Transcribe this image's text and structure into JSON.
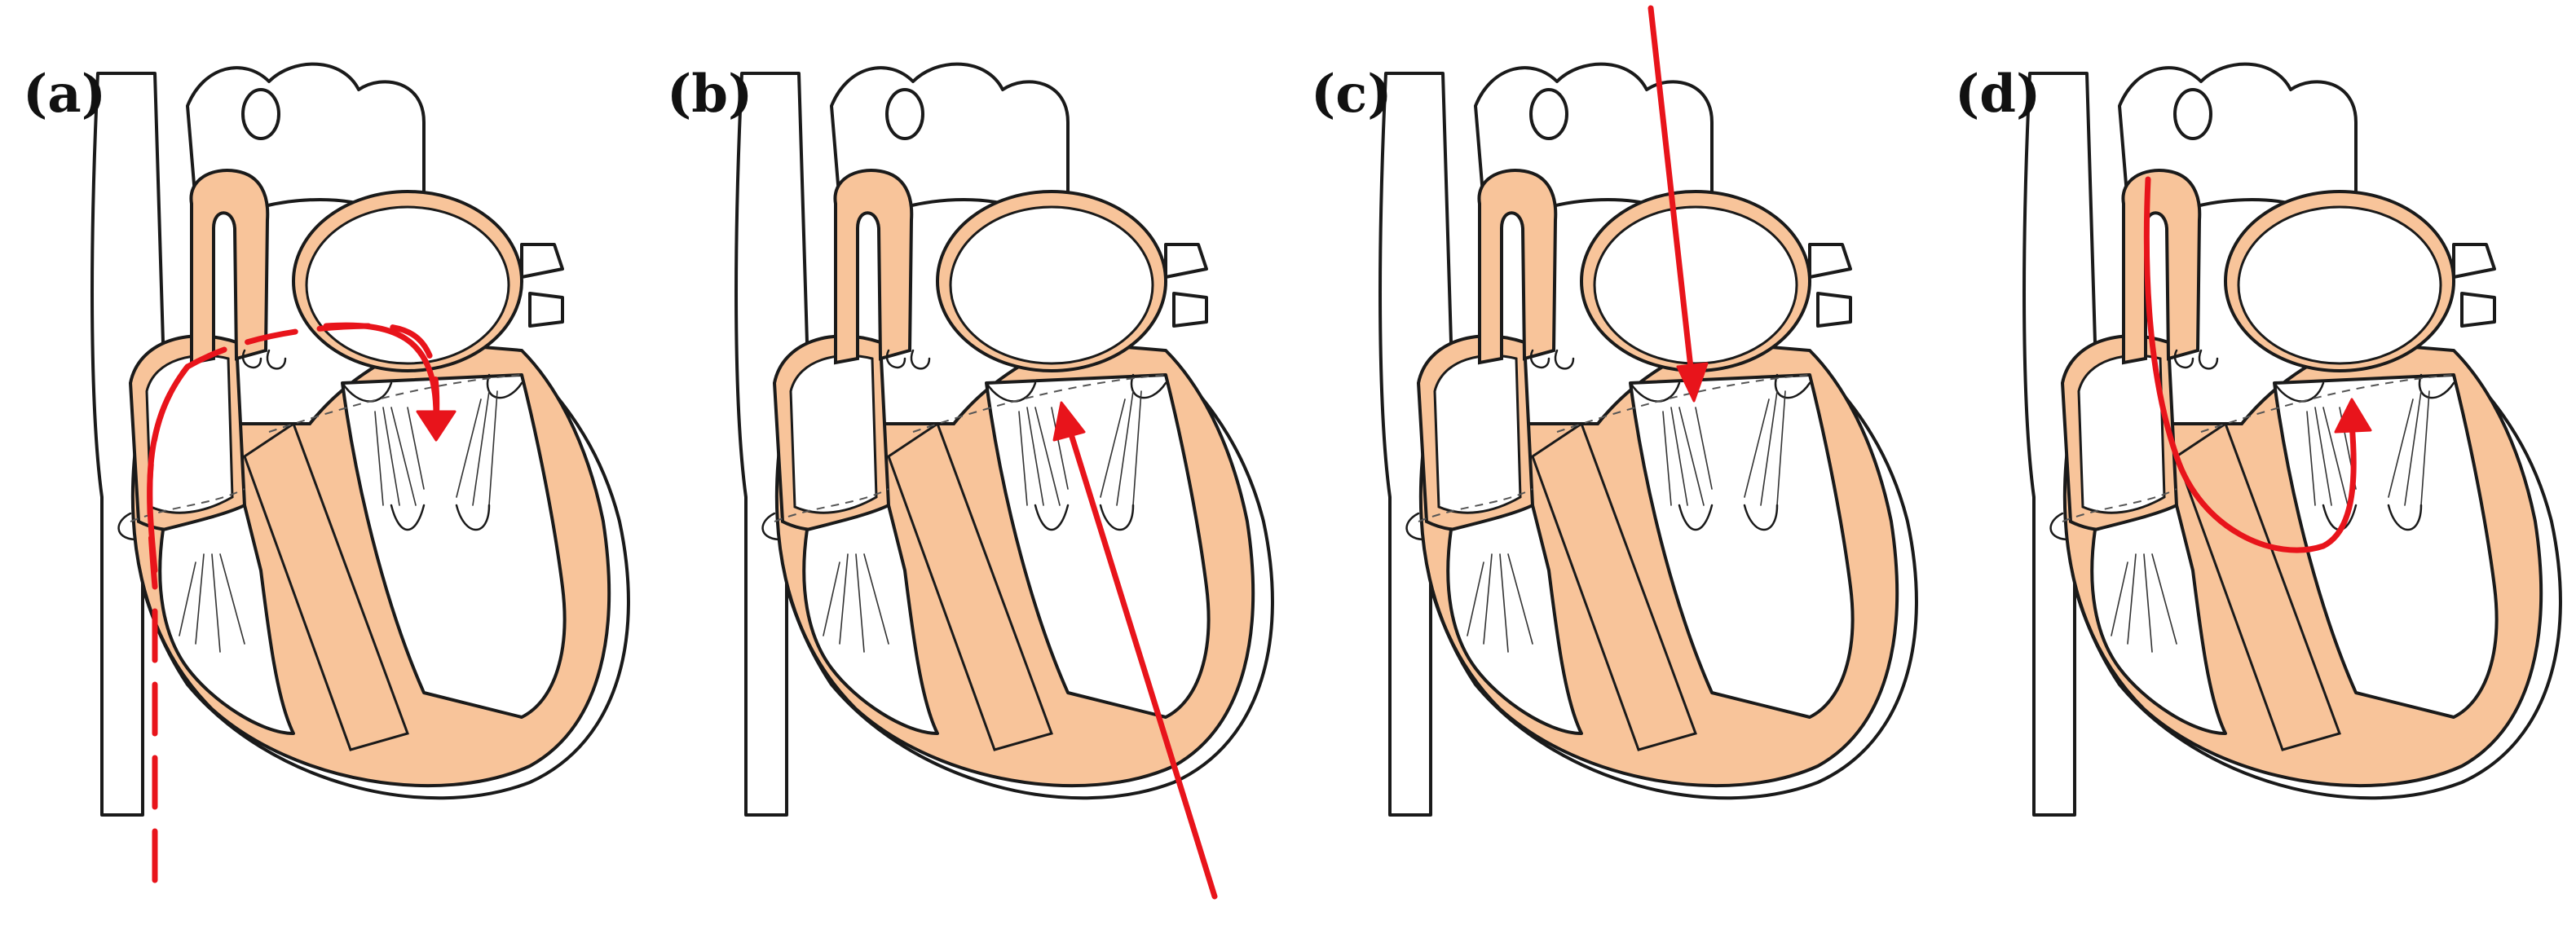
{
  "figure": {
    "panels": [
      {
        "label": "(a)",
        "catheter_path": "transfemoral-venous-transseptal"
      },
      {
        "label": "(b)",
        "catheter_path": "transapical"
      },
      {
        "label": "(c)",
        "catheter_path": "transatrial"
      },
      {
        "label": "(d)",
        "catheter_path": "transseptal-loop"
      }
    ],
    "colors": {
      "myocardium": "#f8c49a",
      "outline": "#1a1a1a",
      "catheter": "#e8141b",
      "background": "#ffffff"
    }
  }
}
